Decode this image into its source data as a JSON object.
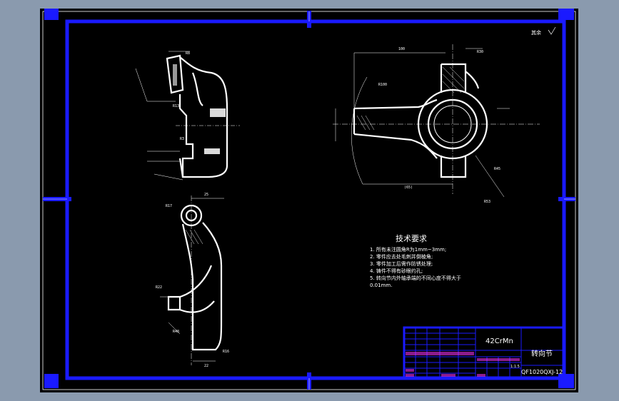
{
  "drawing": {
    "roughness_note": "其余",
    "material": "42CrMn",
    "part_name": "转向节",
    "drawing_number": "QF1020QXJ-12",
    "scale": "1:1.5",
    "technical_requirements": {
      "title": "技术要求",
      "items": [
        "1. 所有未注圆角R为1mm~3mm;",
        "2. 零件应去处毛刺并倒棱角;",
        "3. 零件加工后需作防锈处理;",
        "4. 铸件不得有砂眼约孔;",
        "5. 转向节内外轴承端的不同心度不得大于",
        "0.01mm."
      ]
    },
    "dimension_labels": {
      "top_view_r": "R8",
      "top_view_r2": "R13",
      "top_view_r3": "R3",
      "front_100": "100",
      "front_r30": "R30",
      "front_r100": "R100",
      "front_r45": "R45",
      "front_r53": "R53",
      "front_65": "(65)",
      "side_r17": "R17",
      "side_r22": "R22",
      "side_25": "25",
      "side_22": "22",
      "side_r48": "R48",
      "side_r16": "R16"
    }
  }
}
